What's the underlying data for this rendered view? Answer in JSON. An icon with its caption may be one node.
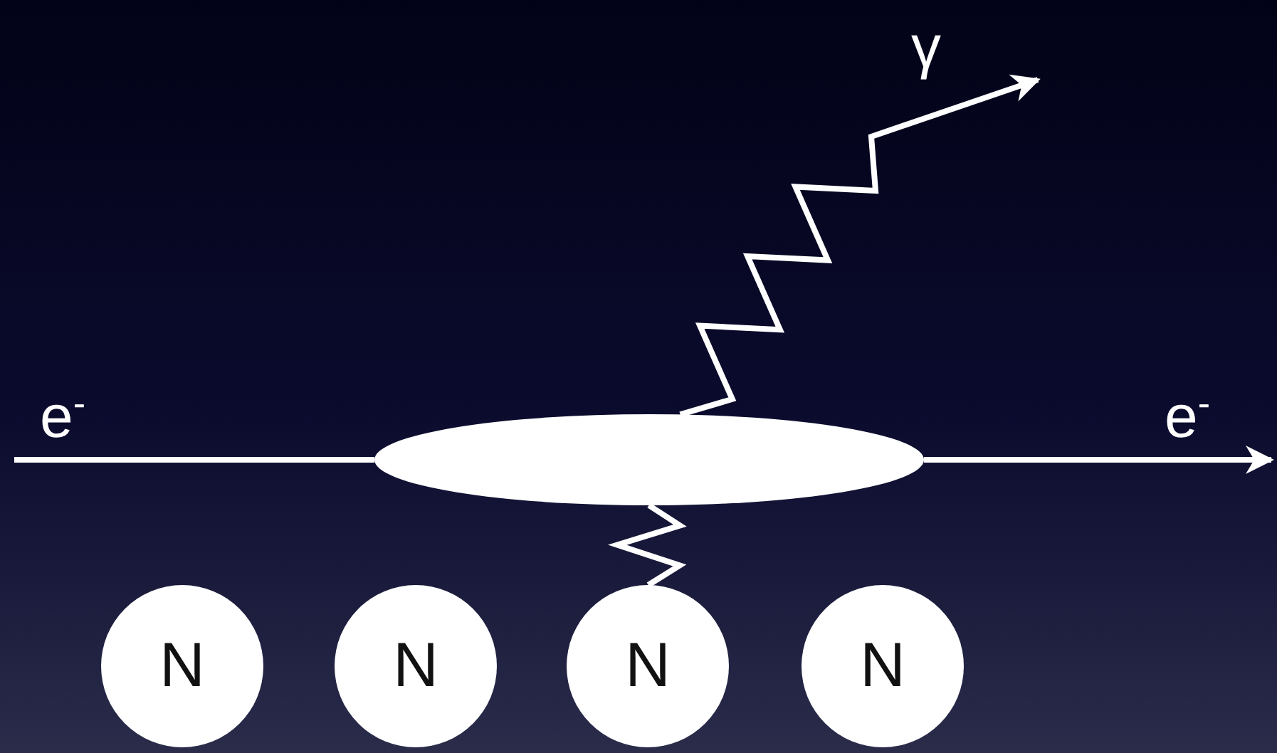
{
  "diagram": {
    "nodes": [
      {
        "text": [],
        "shape": "ellipse"
      },
      {
        "text": [
          "N"
        ]
      },
      {
        "text": [
          "N"
        ]
      },
      {
        "text": [
          "N"
        ]
      },
      {
        "text": [
          "N"
        ]
      }
    ],
    "edges": [
      {
        "from": null,
        "to": 0,
        "arrow": "none"
      },
      {
        "from": 0,
        "to": null,
        "arrow": "to"
      },
      {
        "from": 0,
        "to": null,
        "arrow": "to"
      },
      {
        "from": 3,
        "to": 0,
        "arrow": "none"
      }
    ],
    "labels": [
      "e$^{-}$",
      "γ",
      "e$^{-}$"
    ]
  }
}
